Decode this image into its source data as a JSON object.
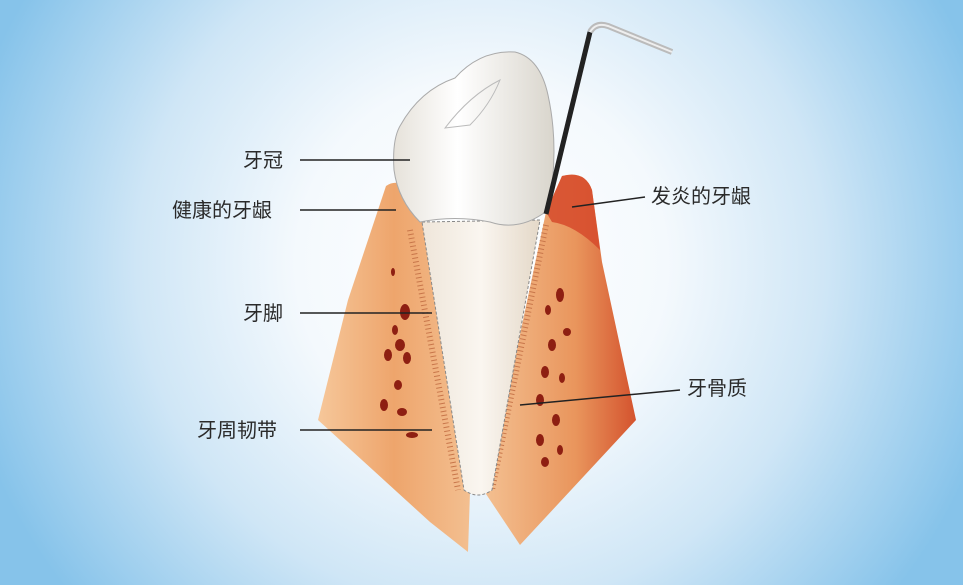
{
  "labels": {
    "crown": "牙冠",
    "healthy_gum": "健康的牙龈",
    "root": "牙脚",
    "periodontal_ligament": "牙周韧带",
    "inflamed_gum": "发炎的牙龈",
    "cementum": "牙骨质"
  },
  "colors": {
    "bone": "#efb07a",
    "inflamed": "#d9482c",
    "tooth": "#f7f4ee",
    "line": "#222222"
  }
}
